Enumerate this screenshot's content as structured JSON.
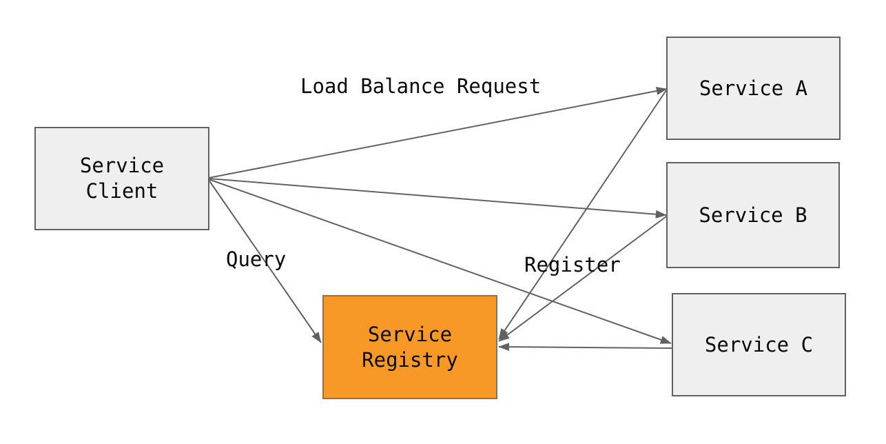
{
  "diagram": {
    "type": "architecture-diagram",
    "subject": "Service discovery with load balancing",
    "nodes": [
      {
        "id": "service-client",
        "lines": [
          "Service",
          "Client"
        ],
        "highlighted": false
      },
      {
        "id": "service-a",
        "lines": [
          "Service A"
        ],
        "highlighted": false
      },
      {
        "id": "service-b",
        "lines": [
          "Service B"
        ],
        "highlighted": false
      },
      {
        "id": "service-c",
        "lines": [
          "Service C"
        ],
        "highlighted": false
      },
      {
        "id": "service-registry",
        "lines": [
          "Service",
          "Registry"
        ],
        "highlighted": true
      }
    ],
    "edges": [
      {
        "from": "Service Client",
        "to": "Service A",
        "label": "Load Balance Request"
      },
      {
        "from": "Service Client",
        "to": "Service B",
        "label": ""
      },
      {
        "from": "Service Client",
        "to": "Service C",
        "label": ""
      },
      {
        "from": "Service Client",
        "to": "Service Registry",
        "label": "Query"
      },
      {
        "from": "Service A",
        "to": "Service Registry",
        "label": "Register"
      },
      {
        "from": "Service B",
        "to": "Service Registry",
        "label": ""
      },
      {
        "from": "Service C",
        "to": "Service Registry",
        "label": ""
      }
    ],
    "colors": {
      "background": "#FFFFFF",
      "node_fill": "#EFEFEF",
      "node_border": "#616161",
      "registry_fill": "#F89827",
      "registry_border": "#82735A",
      "edge": "#616161",
      "text": "#000000"
    }
  }
}
